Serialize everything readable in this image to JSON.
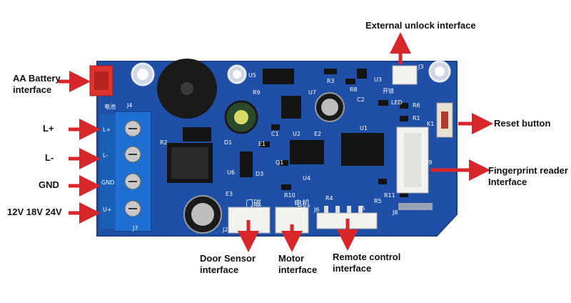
{
  "colors": {
    "board": "#1f4fa6",
    "board_edge": "#173f8a",
    "arrow": "#d9262b",
    "terminal_blue": "#1e6fd1",
    "connector_white": "#f2f2ee",
    "connector_red": "#e0322e",
    "label_text": "#111111"
  },
  "labels": {
    "aa_battery": "AA Battery\ninterface",
    "l_plus": "L+",
    "l_minus": "L-",
    "gnd": "GND",
    "voltage": "12V 18V 24V",
    "external_unlock": "External unlock interface",
    "reset_button": "Reset button",
    "fingerprint": "Fingerprint reader\nInterface",
    "door_sensor": "Door Sensor\ninterface",
    "motor": "Motor\ninterface",
    "remote_control": "Remote control\ninterface"
  },
  "silkscreen": {
    "battery_cn": "电池",
    "j4": "J4",
    "j7": "J7",
    "term_lplus": "L+",
    "term_lminus": "L-",
    "term_gnd": "GND",
    "term_uplus": "U+",
    "u5": "U5",
    "u3": "U3",
    "j3": "J3",
    "r3": "R3",
    "r9": "R9",
    "u7": "U7",
    "r8": "R8",
    "c2": "C2",
    "led": "LED",
    "r6": "R6",
    "r1": "R1",
    "k1": "K1",
    "c1": "C1",
    "u2": "U2",
    "e2": "E2",
    "u1": "U1",
    "d1": "D1",
    "r2": "R2",
    "e1": "E1",
    "q1": "Q1",
    "u4": "U4",
    "u6": "U6",
    "d3": "D3",
    "j9": "J9",
    "r11": "R11",
    "e3": "E3",
    "r10": "R10",
    "door_cn": "门磁",
    "motor_cn": "电机",
    "j6": "J6",
    "j5": "J5",
    "r4": "R4",
    "r5": "R5",
    "j8": "J8",
    "j2": "J2",
    "unlock_cn": "开锁"
  }
}
